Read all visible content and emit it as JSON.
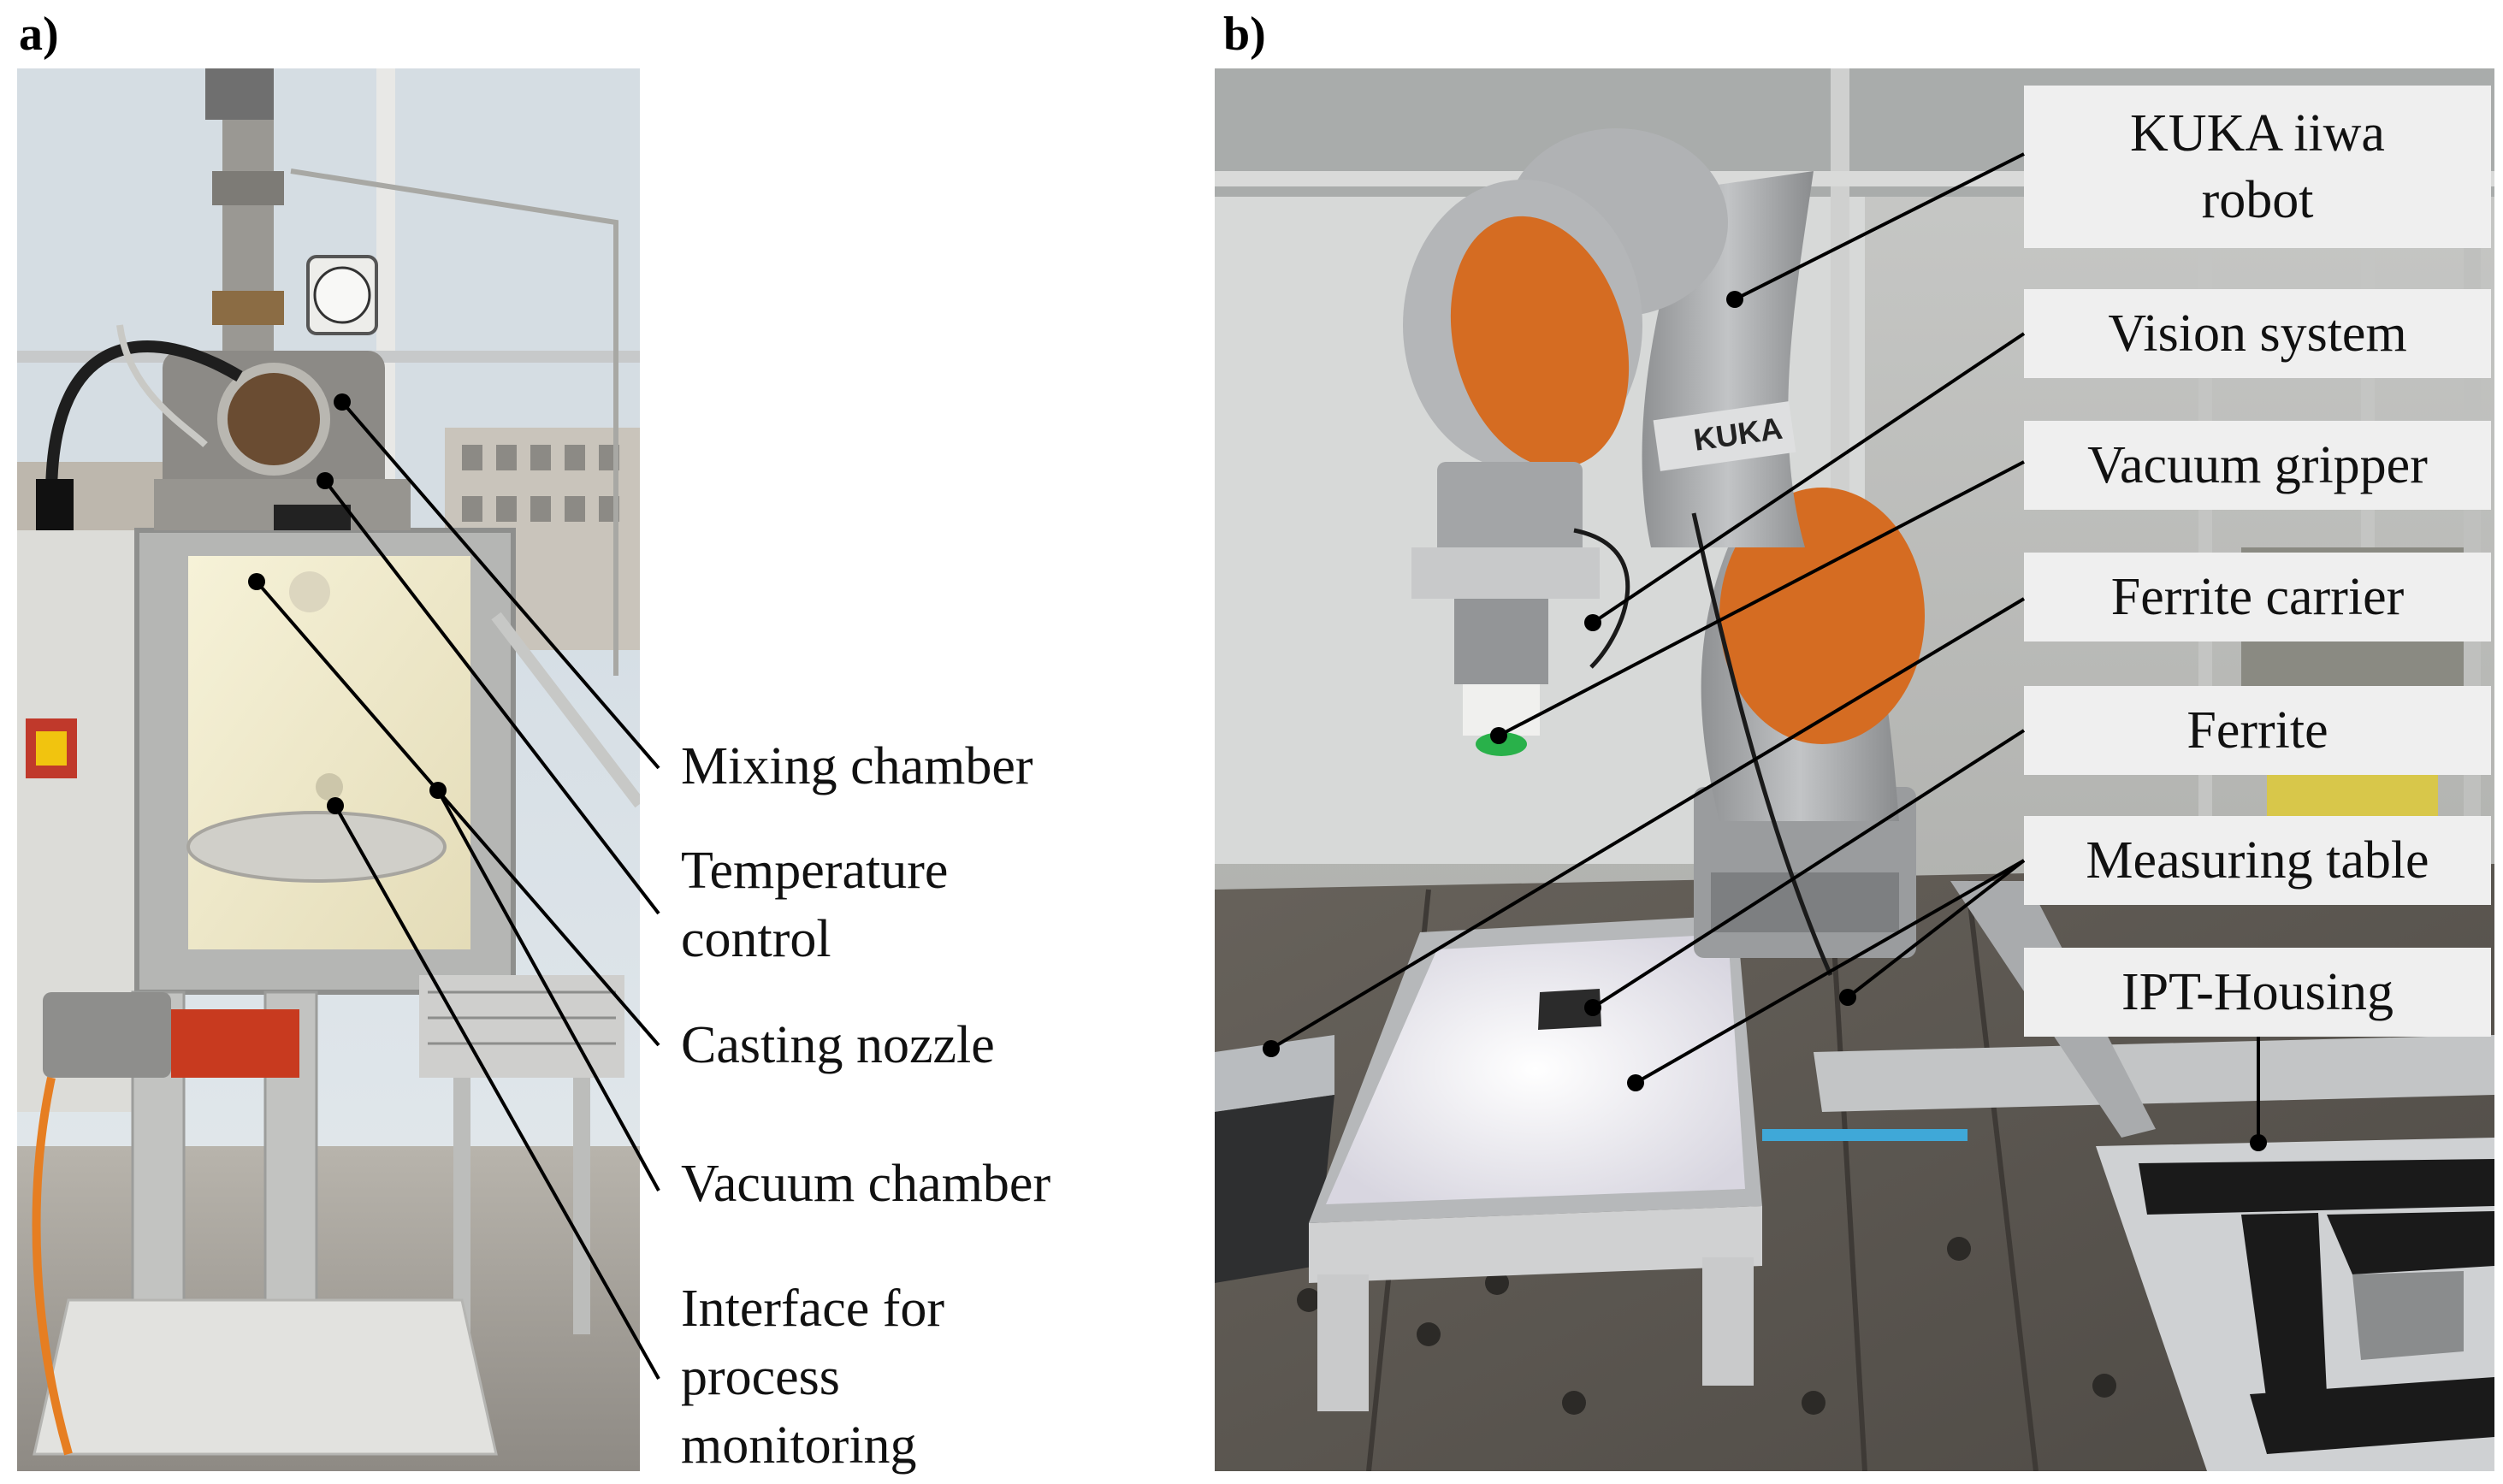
{
  "panel_a": {
    "label": "a)",
    "callouts": [
      {
        "lines": [
          "Mixing chamber"
        ]
      },
      {
        "lines": [
          "Temperature",
          "control"
        ]
      },
      {
        "lines": [
          "Casting nozzle"
        ]
      },
      {
        "lines": [
          "Vacuum chamber"
        ]
      },
      {
        "lines": [
          "Interface for",
          "process",
          "monitoring"
        ]
      }
    ]
  },
  "panel_b": {
    "label": "b)",
    "labels": [
      {
        "lines": [
          "KUKA iiwa",
          "robot"
        ]
      },
      {
        "lines": [
          "Vision system"
        ]
      },
      {
        "lines": [
          "Vacuum gripper"
        ]
      },
      {
        "lines": [
          "Ferrite carrier"
        ]
      },
      {
        "lines": [
          "Ferrite"
        ]
      },
      {
        "lines": [
          "Measuring table"
        ]
      },
      {
        "lines": [
          "IPT-Housing"
        ]
      }
    ],
    "robot_brand_text": "KUKA"
  },
  "colors": {
    "robot_orange": "#d2691e",
    "robot_grey": "#a9abad",
    "label_bg": "#efefef"
  }
}
